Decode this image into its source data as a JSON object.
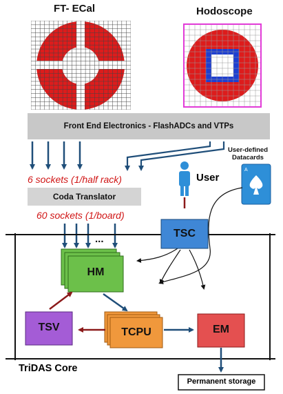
{
  "titles": {
    "ecal": "FT- ECal",
    "hodoscope": "Hodoscope"
  },
  "front_end": {
    "label": "Front End Electronics - FlashADCs and VTPs"
  },
  "sockets_rack": "6 sockets (1/half rack)",
  "coda_translator": "Coda Translator",
  "sockets_board": "60 sockets (1/board)",
  "ellipsis": "...",
  "user": {
    "label": "User",
    "datacards_line1": "User-defined",
    "datacards_line2": "Datacards",
    "card_corner": "A"
  },
  "nodes": {
    "tsc": "TSC",
    "hm": "HM",
    "tsv": "TSV",
    "tcpu": "TCPU",
    "em": "EM"
  },
  "core_label": "TriDAS Core",
  "storage": "Permanent storage",
  "colors": {
    "red": "#dd1c1c",
    "blue_tsc": "#3f87d6",
    "green": "#6cc04a",
    "purple": "#a45cd6",
    "orange": "#f0983c",
    "em_red": "#e45050",
    "arrow_blue": "#1f4e79",
    "arrow_darkred": "#8b1a1a"
  }
}
